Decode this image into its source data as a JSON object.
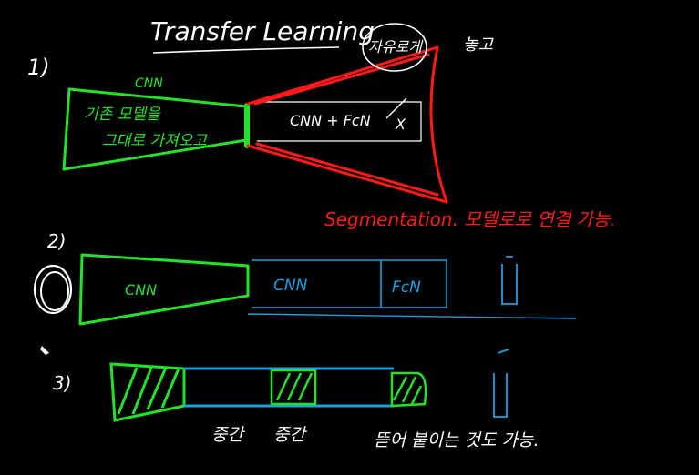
{
  "title": "Transfer Learning",
  "colors": {
    "background": "#000000",
    "ink": "#ffffff",
    "green": "#22e22a",
    "red": "#ff1a1a",
    "blue": "#1e9fe0"
  },
  "section1": {
    "number": "1)",
    "cnn_label": "CNN",
    "left_text_line1": "기존 모델을",
    "left_text_line2": "그대로 가져오고",
    "right_box_text": "CNN + FcN",
    "x_mark": "X",
    "circled_word": "자유로게",
    "circled_suffix": "놓고",
    "segmentation_note": "Segmentation. 모델로로 연결 가능."
  },
  "section2": {
    "number": "2)",
    "green_label": "CNN",
    "blue_cnn_label": "CNN",
    "blue_fcn_label": "FcN",
    "y_hat": "ŷ"
  },
  "section3": {
    "number": "3)",
    "mid1": "중간",
    "mid2": "중간",
    "note": "뜯어 붙이는 것도 가능.",
    "y_hat": "ŷ"
  }
}
